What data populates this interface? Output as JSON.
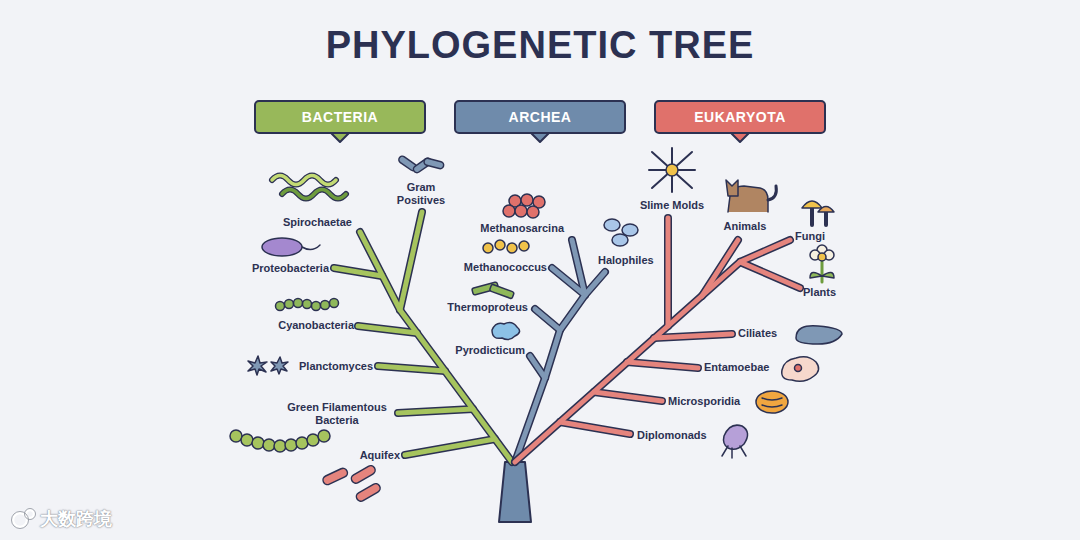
{
  "diagram": {
    "title": "PHYLOGENETIC TREE",
    "nodes": [
      {
        "text": [
          "BACTERIA"
        ]
      },
      {
        "text": [
          "ARCHEA"
        ]
      },
      {
        "text": [
          "EUKARYOTA"
        ]
      }
    ],
    "labels": [
      "Spirochaetae",
      "Gram Positives",
      "Proteobacteria",
      "Cyanobacteria",
      "Planctomyces",
      "Green Filamentous Bacteria",
      "Aquifex",
      "Methanosarcina",
      "Methanococcus",
      "Thermoproteus",
      "Pyrodicticum",
      "Halophiles",
      "Slime Molds",
      "Animals",
      "Fungi",
      "Plants",
      "Ciliates",
      "Entamoebae",
      "Microsporidia",
      "Diplomonads",
      "大数跨境"
    ]
  }
}
